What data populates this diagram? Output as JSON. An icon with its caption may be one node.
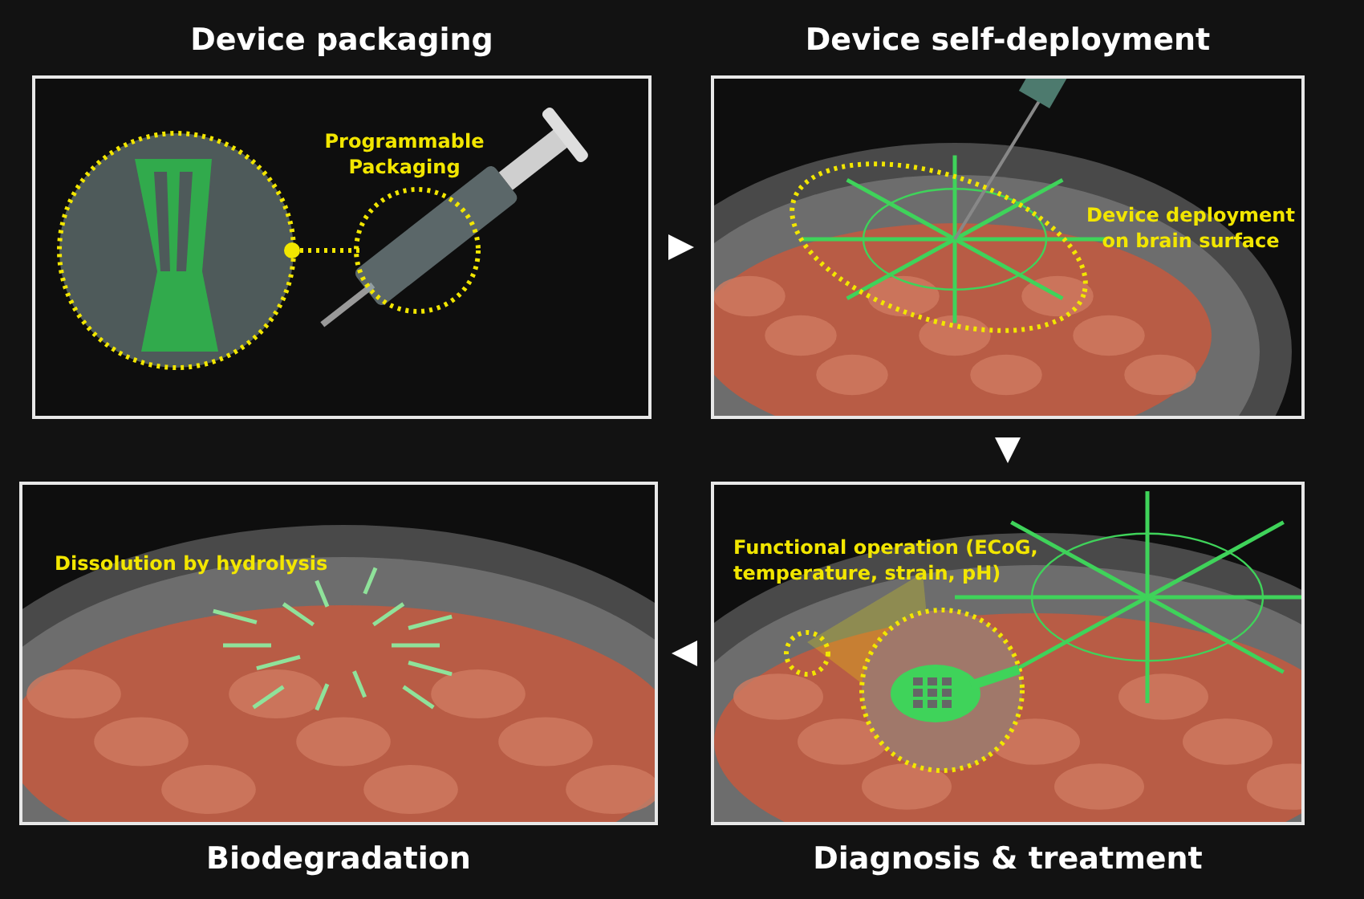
{
  "diagram": {
    "nodes": [
      {
        "text": [
          "Device packaging",
          "Programmable Packaging"
        ]
      },
      {
        "text": [
          "Device self-deployment",
          "Device deployment on brain surface"
        ]
      },
      {
        "text": [
          "Dissolution by hydrolysis",
          "Biodegradation"
        ]
      },
      {
        "text": [
          "Functional operation (ECoG, temperature, strain, pH)",
          "Diagnosis & treatment"
        ]
      }
    ],
    "edges": [
      {
        "from": 0,
        "to": 1,
        "arrow": "to"
      },
      {
        "from": 1,
        "to": 3,
        "arrow": "to"
      },
      {
        "from": 3,
        "to": 2,
        "arrow": "to"
      }
    ]
  }
}
